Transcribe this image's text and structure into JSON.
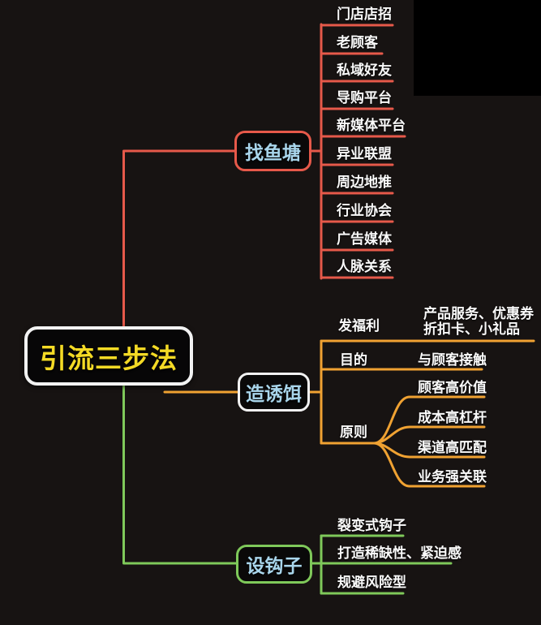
{
  "root": {
    "label": "引流三步法"
  },
  "branches": {
    "fishpond": {
      "label": "找鱼塘",
      "color": "#e6594a",
      "children": [
        "门店店招",
        "老顾客",
        "私域好友",
        "导购平台",
        "新媒体平台",
        "异业联盟",
        "周边地推",
        "行业协会",
        "广告媒体",
        "人脉关系"
      ]
    },
    "bait": {
      "label": "造诱饵",
      "color": "#f0a232",
      "groups": [
        {
          "label": "发福利",
          "child_line1": "产品服务、优惠券",
          "child_line2": "折扣卡、小礼品"
        },
        {
          "label": "目的",
          "child": "与顾客接触"
        },
        {
          "label": "原则",
          "children": [
            "顾客高价值",
            "成本高杠杆",
            "渠道高匹配",
            "业务强关联"
          ]
        }
      ]
    },
    "hook": {
      "label": "设钩子",
      "color": "#7fc95a",
      "children": [
        "裂变式钩子",
        "打造稀缺性、紧迫感",
        "规避风险型"
      ]
    }
  },
  "colors": {
    "background": "#171312",
    "branch_red": "#e6594a",
    "branch_orange": "#f0a232",
    "branch_green": "#7fc95a",
    "node_text_cyan": "#a9d6ec",
    "root_text_yellow": "#f4da25",
    "leaf_text": "#fafafa",
    "node_border_white": "#f2f2f2"
  }
}
